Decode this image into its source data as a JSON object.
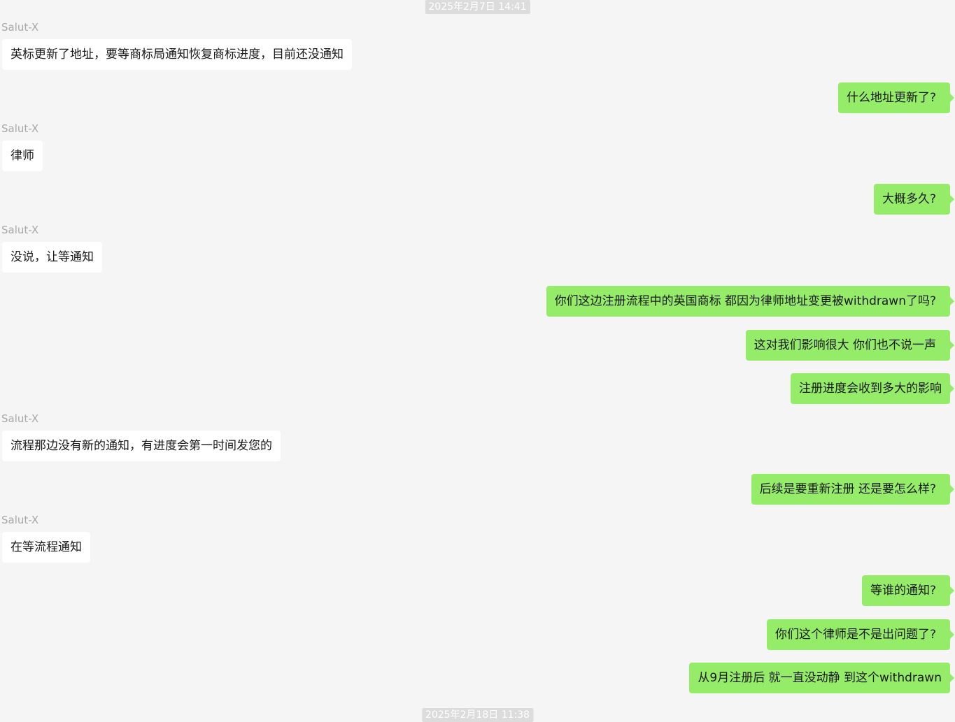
{
  "timestamps": [
    "2025年2月7日 14:41",
    "2025年2月18日 11:38"
  ],
  "sender_name": "Salut-X",
  "messages": [
    "英标更新了地址，要等商标局通知恢复商标进度，目前还没通知",
    "什么地址更新了?",
    "律师",
    "大概多久?",
    "没说，让等通知",
    "你们这边注册流程中的英国商标 都因为律师地址变更被withdrawn了吗?",
    "这对我们影响很大 你们也不说一声",
    "注册进度会收到多大的影响",
    "流程那边没有新的通知，有进度会第一时间发您的",
    "后续是要重新注册 还是要怎么样?",
    "在等流程通知",
    "等谁的通知?",
    "你们这个律师是不是出问题了?",
    "从9月注册后 就一直没动静 到这个withdrawn"
  ],
  "colors": {
    "background": "#f5f5f5",
    "incoming_bubble": "#ffffff",
    "outgoing_bubble": "#95ec69",
    "sender_text": "#a8a8a8",
    "timestamp_bg": "#dcdcdc"
  }
}
